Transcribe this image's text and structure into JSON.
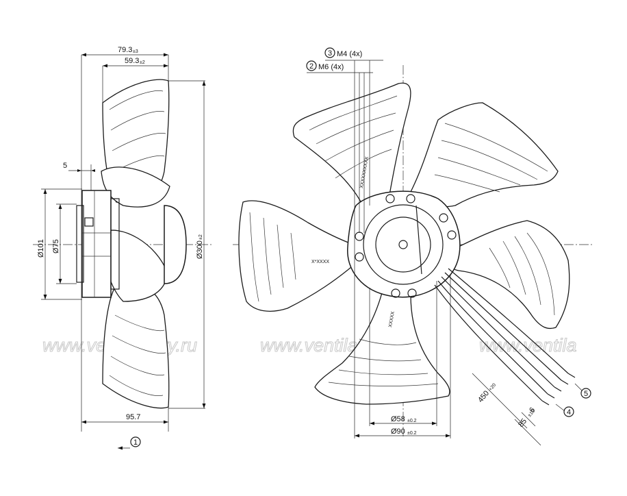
{
  "side_view": {
    "dim_79_3": "79.3",
    "dim_79_3_tol": "±3",
    "dim_59_3": "59.3",
    "dim_59_3_tol": "±2",
    "dim_5": "5",
    "dim_101": "Ø101",
    "dim_75": "Ø75",
    "dim_300": "Ø300",
    "dim_300_tol": "±2",
    "dim_95_7": "95.7",
    "airflow_callout": "1"
  },
  "front_view": {
    "callout_m4": "3",
    "label_m4": "M4 (4x)",
    "callout_m6": "2",
    "label_m6": "M6 (4x)",
    "dim_58": "Ø58",
    "dim_58_tol": "±0.2",
    "dim_90": "Ø90",
    "dim_90_tol": "±0.2",
    "dim_450": "450",
    "dim_450_tol": "+20",
    "dim_6": "6",
    "dim_85": "85",
    "dim_85_tol": "±10",
    "callout_5": "5",
    "callout_4": "4",
    "hub_mark": "X*XXXX",
    "blade_mark_1": "XXXXXXXXXX",
    "blade_mark_2": "XXXXX"
  },
  "watermark": {
    "text_1": "www.ventilatorry.ru",
    "text_2": "www.ventilatorry.ru",
    "text_3": "www.ventila"
  }
}
